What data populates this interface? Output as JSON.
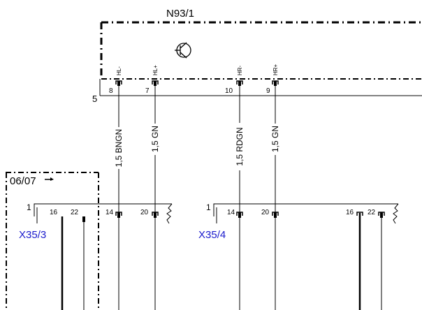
{
  "component": {
    "label": "N93/1",
    "connector_number": "5"
  },
  "pins_top": [
    {
      "pin": "8",
      "signal": "HL-",
      "wire": "1,5 BNGN"
    },
    {
      "pin": "7",
      "signal": "HL+",
      "wire": "1,5 GN"
    },
    {
      "pin": "10",
      "signal": "HR-",
      "wire": "1,5 RDGN"
    },
    {
      "pin": "9",
      "signal": "HR+",
      "wire": "1,5 GN"
    }
  ],
  "variant_box": {
    "label": "06/07"
  },
  "connectors": [
    {
      "label": "X35/3",
      "pin1": "1",
      "pins": [
        "16",
        "22",
        "14",
        "20"
      ]
    },
    {
      "label": "X35/4",
      "pin1": "1",
      "pins": [
        "14",
        "20",
        "16",
        "22"
      ]
    }
  ],
  "colors": {
    "connector_label": "#1a1acc",
    "line": "#000000"
  }
}
